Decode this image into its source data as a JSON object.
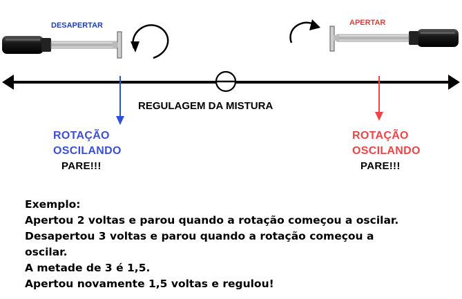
{
  "labels": {
    "loosen": "DESAPERTAR",
    "tighten": "APERTAR",
    "main": "REGULAGEM DA MISTURA"
  },
  "left_note": {
    "line1": "ROTAÇÃO",
    "line2": "OSCILANDO",
    "line3": "PARE!!!"
  },
  "right_note": {
    "line1": "ROTAÇÃO",
    "line2": "OSCILANDO",
    "line3": "PARE!!!"
  },
  "example": {
    "title": "Exemplo:",
    "lines": [
      "Apertou 2 voltas e parou quando a rotação começou a oscilar.",
      "Desapertou 3 voltas e parou quando a rotação começou a",
      "oscilar.",
      "A metade de 3 é 1,5.",
      "Apertou novamente 1,5 voltas e regulou!"
    ]
  },
  "colors": {
    "loosen": "#1d3fbf",
    "tighten": "#e23b3b",
    "left_arrow": "#2e4fd9",
    "right_arrow": "#ec4545",
    "axis": "#000000"
  },
  "icons": {
    "loosen_rotation": "counterclockwise-arrow-icon",
    "tighten_rotation": "clockwise-arrow-icon",
    "screw": "slotted-screw-icon",
    "tool": "screwdriver-icon"
  }
}
